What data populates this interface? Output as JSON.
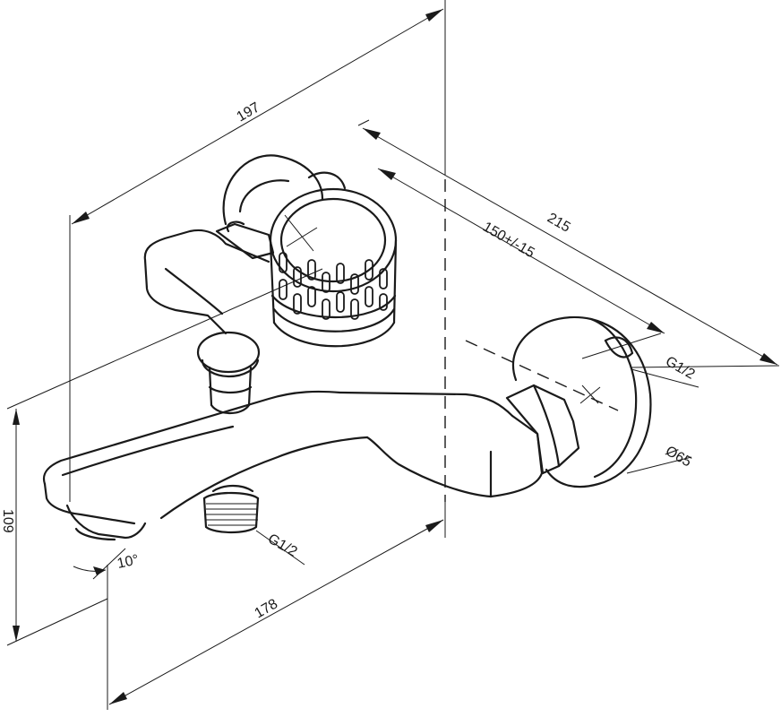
{
  "diagram": {
    "dimensions": {
      "width_total": "197",
      "length_total": "215",
      "center_distance": "150+/-15",
      "height": "109",
      "spout_length": "178",
      "spout_angle": "10°",
      "outlet_thread": "G1/2",
      "inlet_thread": "G1/2",
      "flange_diameter": "Ø65"
    }
  }
}
